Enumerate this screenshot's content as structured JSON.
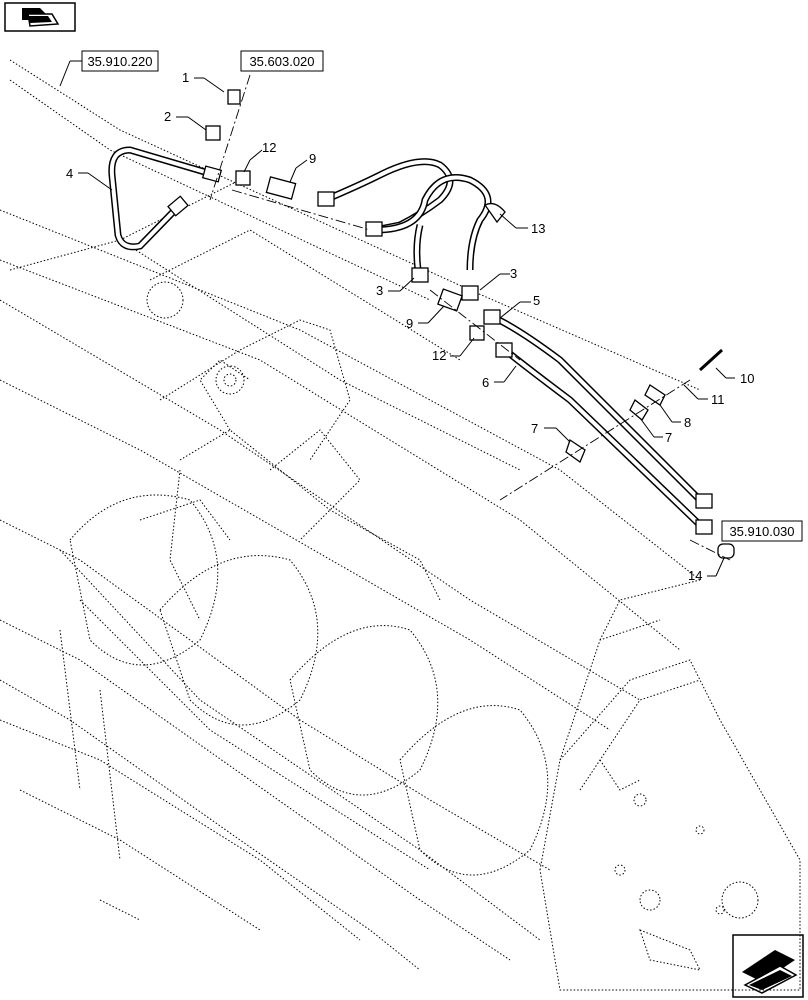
{
  "references": {
    "top_left": "35.910.220",
    "top_center": "35.603.020",
    "right": "35.910.030"
  },
  "callouts": {
    "c1": "1",
    "c2": "2",
    "c3a": "3",
    "c3b": "3",
    "c4": "4",
    "c5": "5",
    "c6": "6",
    "c7a": "7",
    "c7b": "7",
    "c8": "8",
    "c9a": "9",
    "c9b": "9",
    "c10": "10",
    "c11": "11",
    "c12a": "12",
    "c12b": "12",
    "c13": "13",
    "c14": "14"
  },
  "icons": {
    "top_left": "previous-page-icon",
    "bottom_right": "next-page-icon"
  }
}
